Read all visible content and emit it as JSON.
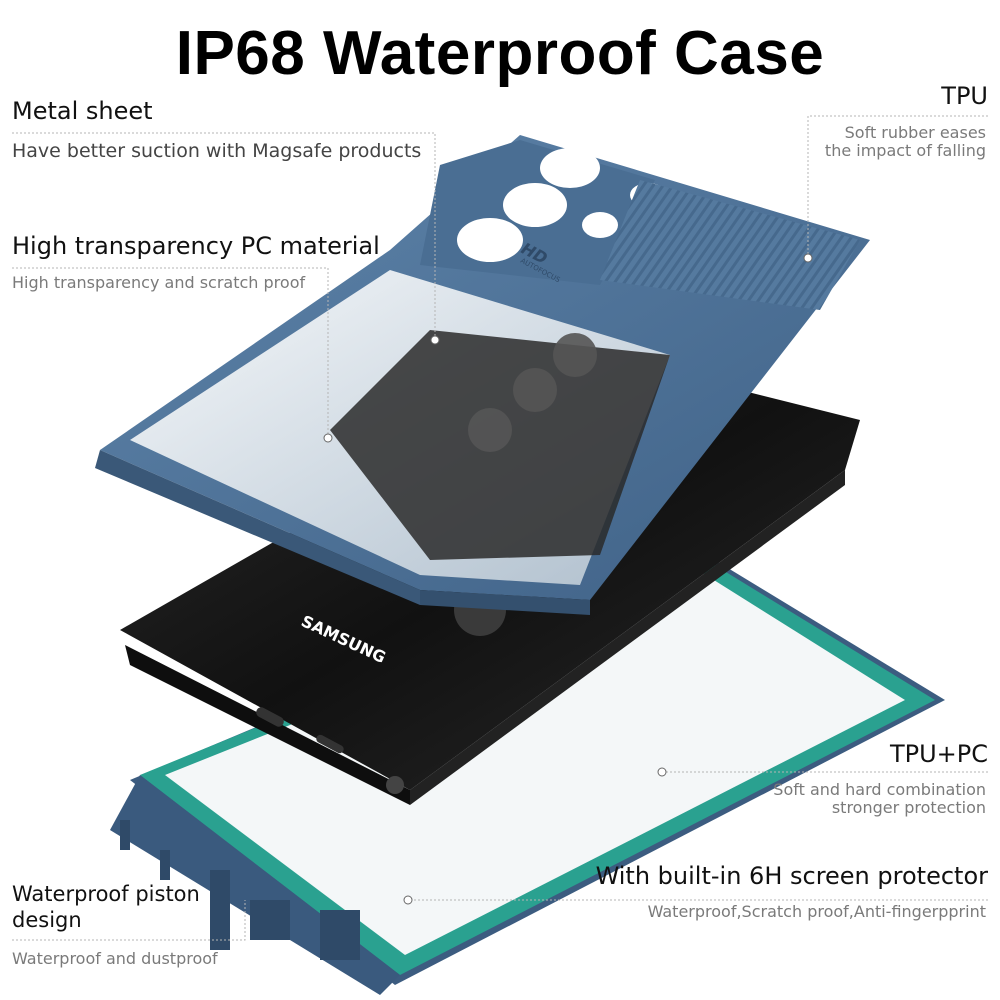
{
  "title": "IP68 Waterproof Case",
  "callouts": {
    "metal_sheet": {
      "heading": "Metal sheet",
      "desc": "Have better suction with Magsafe products"
    },
    "pc_material": {
      "heading": "High transparency PC material",
      "desc": "High transparency and scratch proof"
    },
    "tpu": {
      "heading": "TPU",
      "desc_line1": "Soft rubber eases",
      "desc_line2": "the impact of falling"
    },
    "tpu_pc": {
      "heading": "TPU+PC",
      "desc_line1": "Soft and hard combination",
      "desc_line2": "stronger protection"
    },
    "screen_protector": {
      "heading": "With built-in  6H screen protector",
      "desc": "Waterproof,Scratch proof,Anti-fingerpprint"
    },
    "piston": {
      "heading_line1": "Waterproof piston",
      "heading_line2": "design",
      "desc": "Waterproof and dustproof"
    }
  },
  "phone": {
    "brand": "SAMSUNG"
  },
  "case_back": {
    "camera_text": "HD",
    "camera_subtext": "AUTOFOCUS"
  },
  "colors": {
    "case_blue": "#4e7297",
    "case_blue_dark": "#3a5878",
    "frame_teal": "#2aa190",
    "phone_black": "#1b1b1b"
  }
}
